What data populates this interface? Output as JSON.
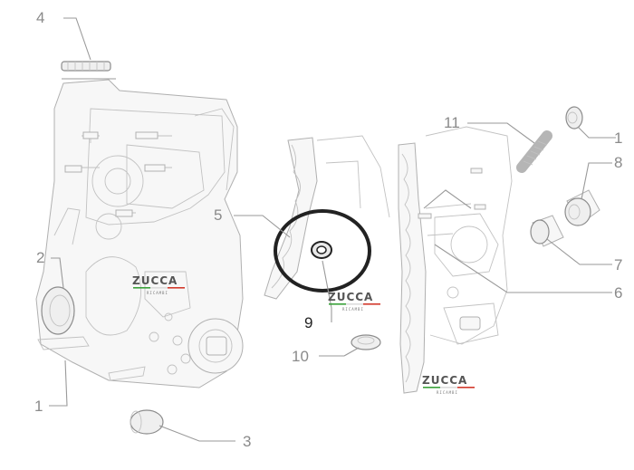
{
  "callouts": [
    {
      "id": "4",
      "label": "4"
    },
    {
      "id": "2",
      "label": "2"
    },
    {
      "id": "1a",
      "label": "1"
    },
    {
      "id": "3",
      "label": "3"
    },
    {
      "id": "5",
      "label": "5"
    },
    {
      "id": "9",
      "label": "9"
    },
    {
      "id": "10",
      "label": "10"
    },
    {
      "id": "11",
      "label": "11"
    },
    {
      "id": "1b",
      "label": "1"
    },
    {
      "id": "8",
      "label": "8"
    },
    {
      "id": "7",
      "label": "7"
    },
    {
      "id": "6",
      "label": "6"
    }
  ],
  "watermark": {
    "brand": "ZUCCA",
    "subtitle": "RICAMBI"
  },
  "colors": {
    "line": "#9a9a9a",
    "highlight_ring": "#222222",
    "flag_green": "#3aa13a",
    "flag_red": "#d33a2c"
  }
}
